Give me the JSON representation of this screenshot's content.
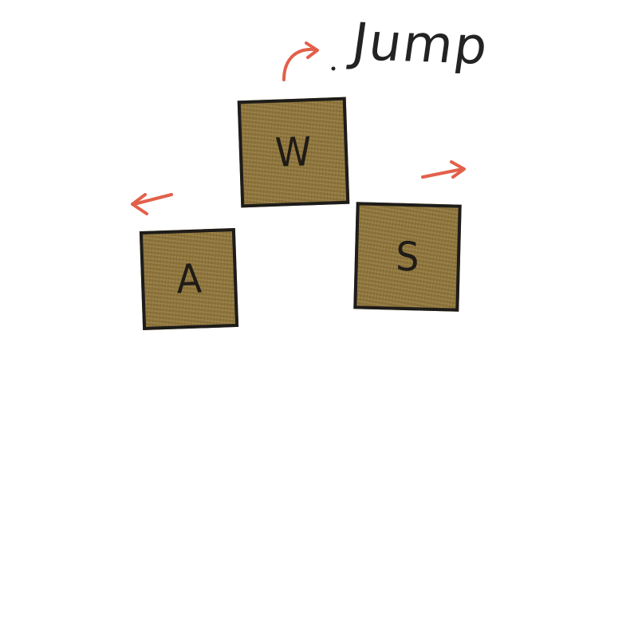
{
  "keys": {
    "w": {
      "label": "W"
    },
    "a": {
      "label": "A"
    },
    "s": {
      "label": "S"
    }
  },
  "annotation": {
    "jump_label": "Jump"
  },
  "colors": {
    "keycap_fill": "#8e7336",
    "keycap_border": "#1e1c1a",
    "arrow": "#e2604a",
    "ink": "#232323",
    "background": "#ffffff"
  },
  "icons": {
    "jump_arrow": "curved-arrow-up-right-icon",
    "left_arrow": "arrow-left-icon",
    "right_arrow": "arrow-right-icon"
  }
}
